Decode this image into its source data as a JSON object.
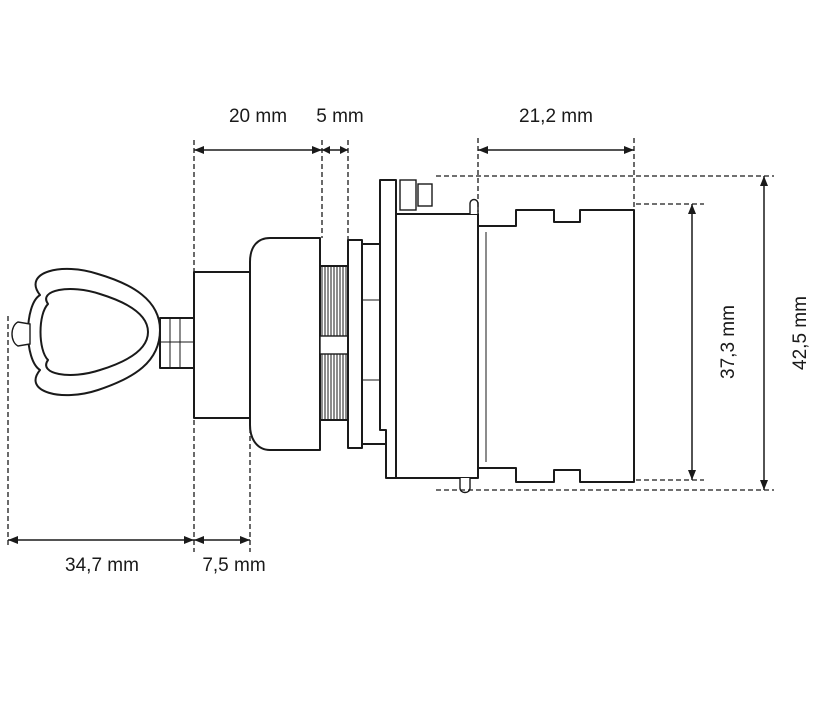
{
  "dimensions": {
    "key_length": "34,7 mm",
    "collar_length": "7,5 mm",
    "head_length": "20 mm",
    "panel_gap": "5 mm",
    "block_length": "21,2 mm",
    "block_height": "37,3 mm",
    "total_height": "42,5 mm"
  }
}
